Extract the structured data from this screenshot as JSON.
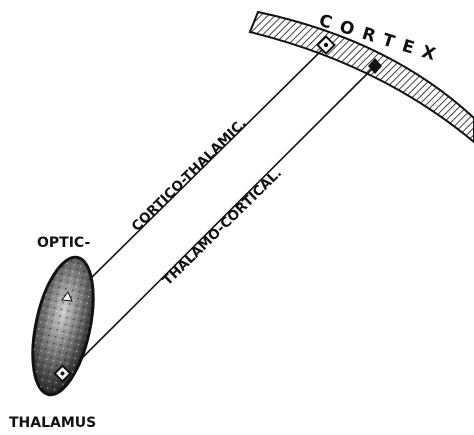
{
  "labels": {
    "cortex": "CORTEX",
    "cortico_thalamic": "CORTICO-THALAMIC.",
    "thalamo_cortical": "THALAMO-CORTICAL.",
    "optic": "OPTIC-",
    "thalamus": "THALAMUS"
  },
  "colors": {
    "ink": "#111111",
    "background": "#ffffff"
  }
}
